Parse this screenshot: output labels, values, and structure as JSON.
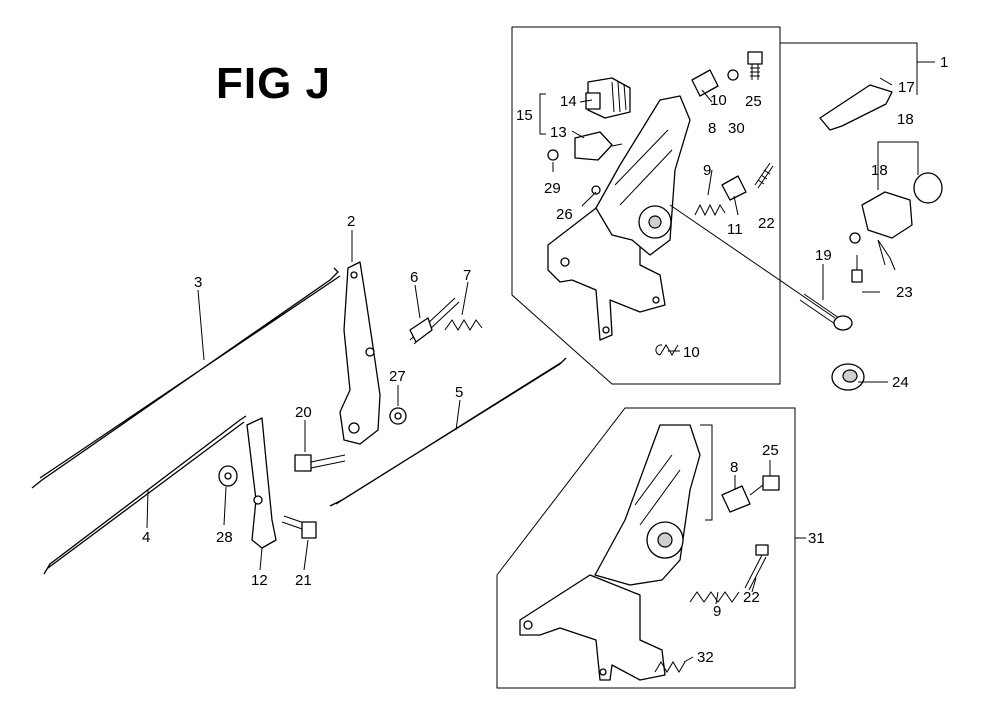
{
  "figure": {
    "title": "FIG J",
    "callouts": [
      {
        "id": "c1",
        "text": "1"
      },
      {
        "id": "c17",
        "text": "17"
      },
      {
        "id": "c18a",
        "text": "18"
      },
      {
        "id": "c18b",
        "text": "18"
      },
      {
        "id": "c14",
        "text": "14"
      },
      {
        "id": "c15",
        "text": "15"
      },
      {
        "id": "c13",
        "text": "13"
      },
      {
        "id": "c29",
        "text": "29"
      },
      {
        "id": "c26",
        "text": "26"
      },
      {
        "id": "c10a",
        "text": "10"
      },
      {
        "id": "c8a",
        "text": "8"
      },
      {
        "id": "c30",
        "text": "30"
      },
      {
        "id": "c25a",
        "text": "25"
      },
      {
        "id": "c9a",
        "text": "9"
      },
      {
        "id": "c11",
        "text": "11"
      },
      {
        "id": "c22a",
        "text": "22"
      },
      {
        "id": "c19",
        "text": "19"
      },
      {
        "id": "c23",
        "text": "23"
      },
      {
        "id": "c10b",
        "text": "10"
      },
      {
        "id": "c24",
        "text": "24"
      },
      {
        "id": "c2",
        "text": "2"
      },
      {
        "id": "c3",
        "text": "3"
      },
      {
        "id": "c6",
        "text": "6"
      },
      {
        "id": "c7",
        "text": "7"
      },
      {
        "id": "c27",
        "text": "27"
      },
      {
        "id": "c5",
        "text": "5"
      },
      {
        "id": "c20",
        "text": "20"
      },
      {
        "id": "c4",
        "text": "4"
      },
      {
        "id": "c28",
        "text": "28"
      },
      {
        "id": "c12",
        "text": "12"
      },
      {
        "id": "c21",
        "text": "21"
      },
      {
        "id": "c8b",
        "text": "8"
      },
      {
        "id": "c25b",
        "text": "25"
      },
      {
        "id": "c31",
        "text": "31"
      },
      {
        "id": "c9b",
        "text": "9"
      },
      {
        "id": "c22b",
        "text": "22"
      },
      {
        "id": "c32",
        "text": "32"
      }
    ]
  }
}
